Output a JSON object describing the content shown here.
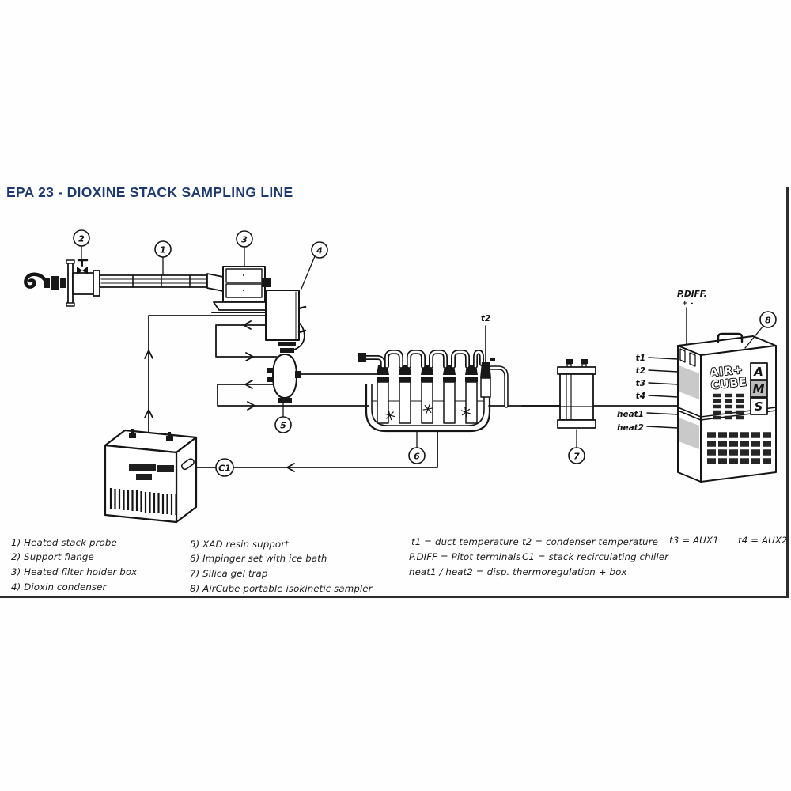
{
  "title": "EPA 23 - DIOXINE STACK SAMPLING LINE",
  "callouts": {
    "n1": "1",
    "n2": "2",
    "n3": "3",
    "n4": "4",
    "n5": "5",
    "n6": "6",
    "n7": "7",
    "n8": "8",
    "chiller": "C1"
  },
  "labels": {
    "pdiff": "P.DIFF.",
    "polarity": "+ -",
    "t2_probe": "t2",
    "ports": [
      "t1",
      "t2",
      "t3",
      "t4"
    ],
    "heats": [
      "heat1",
      "heat2"
    ],
    "logo": [
      "AIR+",
      "CUBE"
    ],
    "badge": [
      "A",
      "M",
      "S"
    ]
  },
  "legend": {
    "col1": [
      "1) Heated stack probe",
      "2) Support flange",
      "3) Heated filter holder box",
      "4) Dioxin condenser"
    ],
    "col2": [
      "5) XAD resin support",
      "6) Impinger set with ice bath",
      "7) Silica gel trap",
      "8) AirCube portable isokinetic sampler"
    ],
    "col3": [
      "t1 = duct temperature",
      "P.DIFF = Pitot terminals",
      "heat1 / heat2 = disp. thermoregulation + box"
    ],
    "col4": [
      "t2 = condenser temperature",
      "C1 = stack recirculating chiller"
    ],
    "col5": [
      "t3 = AUX1",
      "t4 = AUX2"
    ]
  }
}
